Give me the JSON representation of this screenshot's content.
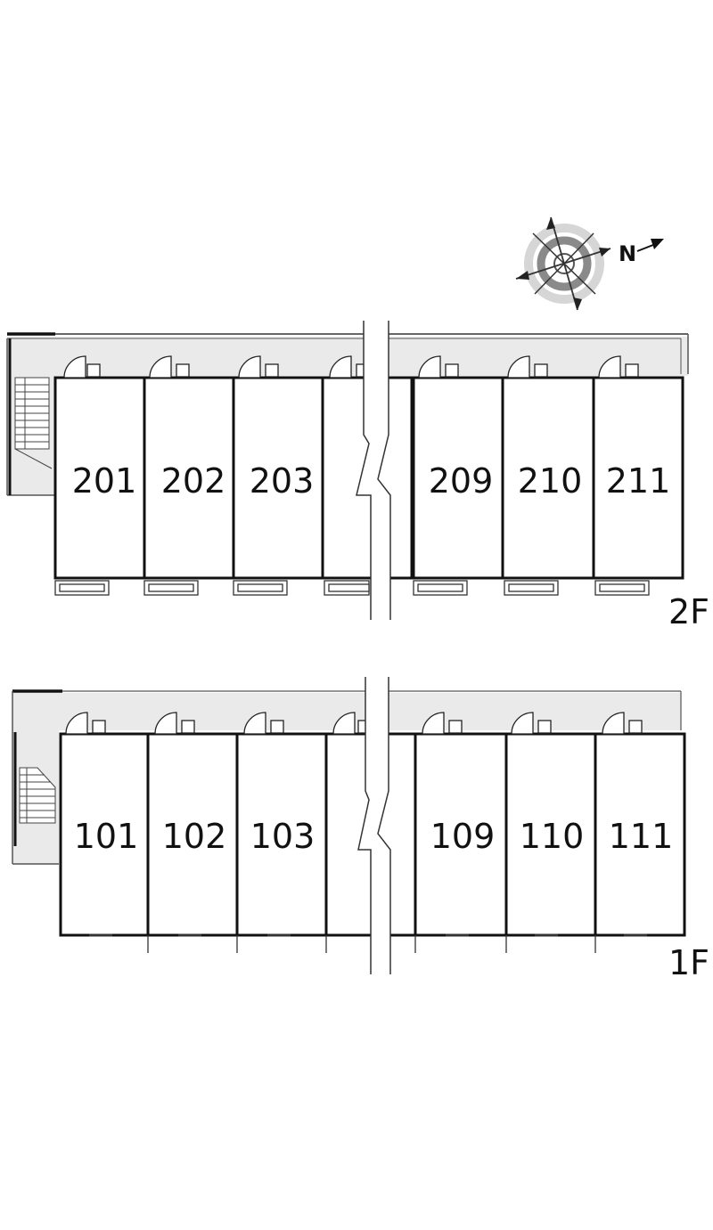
{
  "compass": {
    "label": "N"
  },
  "floors": [
    {
      "label": "2F",
      "units": [
        "201",
        "202",
        "203",
        "209",
        "210",
        "211"
      ]
    },
    {
      "label": "1F",
      "units": [
        "101",
        "102",
        "103",
        "109",
        "110",
        "111"
      ]
    }
  ]
}
